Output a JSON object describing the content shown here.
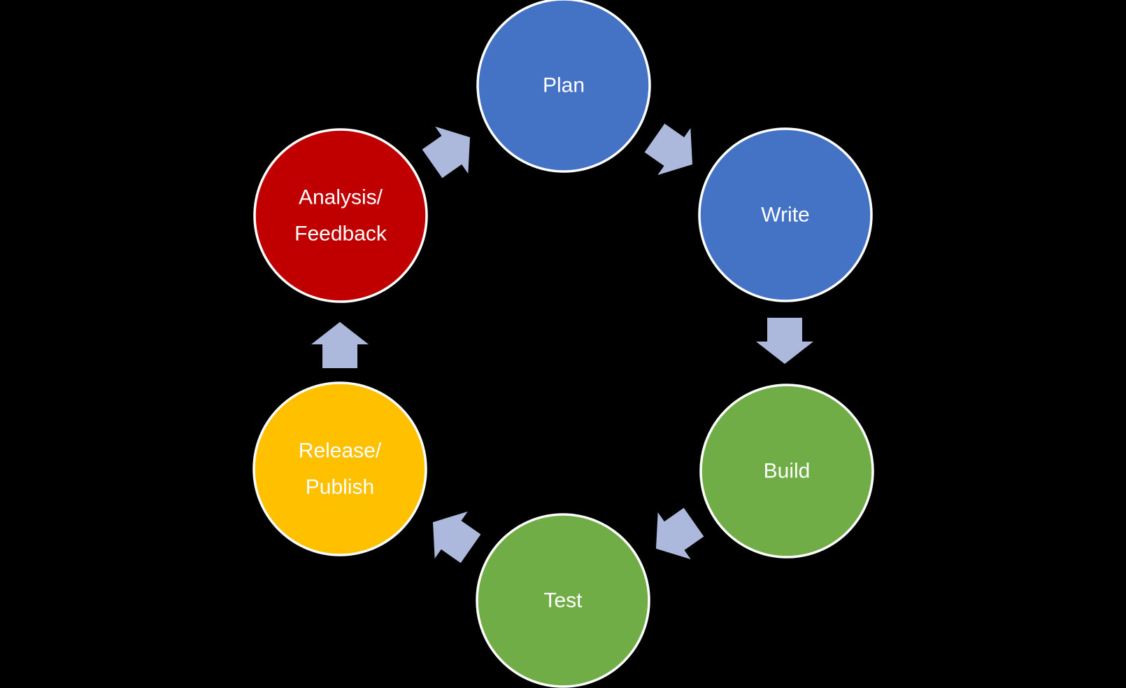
{
  "diagram": {
    "kind": "cycle-diagram",
    "background": "#000000",
    "cycle_order": [
      "Plan",
      "Write",
      "Build",
      "Test",
      "Release/Publish",
      "Analysis/Feedback"
    ]
  },
  "nodes": [
    {
      "id": "plan",
      "label_lines": [
        "Plan"
      ],
      "color": "#4472C4"
    },
    {
      "id": "write",
      "label_lines": [
        "Write"
      ],
      "color": "#4472C4"
    },
    {
      "id": "build",
      "label_lines": [
        "Build"
      ],
      "color": "#70AD47"
    },
    {
      "id": "test",
      "label_lines": [
        "Test"
      ],
      "color": "#70AD47"
    },
    {
      "id": "release",
      "label_lines": [
        "Release/",
        "Publish"
      ],
      "color": "#FFC000"
    },
    {
      "id": "analysis",
      "label_lines": [
        "Analysis/",
        "Feedback"
      ],
      "color": "#C00000"
    }
  ],
  "arrows": [
    {
      "from": "Analysis/Feedback",
      "to": "Plan",
      "icon": "block-arrow-up-right"
    },
    {
      "from": "Plan",
      "to": "Write",
      "icon": "block-arrow-down-right"
    },
    {
      "from": "Write",
      "to": "Build",
      "icon": "block-arrow-down"
    },
    {
      "from": "Build",
      "to": "Test",
      "icon": "block-arrow-down-left"
    },
    {
      "from": "Test",
      "to": "Release/Publish",
      "icon": "block-arrow-up-left"
    },
    {
      "from": "Release/Publish",
      "to": "Analysis/Feedback",
      "icon": "block-arrow-up"
    }
  ],
  "colors": {
    "background": "#000000",
    "node_blue": "#4472C4",
    "node_green": "#70AD47",
    "node_red": "#C00000",
    "node_yellow": "#FFC000",
    "arrow": "#ACB9DC",
    "node_border": "#FFFFFF",
    "label_text": "#FFFFFF"
  }
}
